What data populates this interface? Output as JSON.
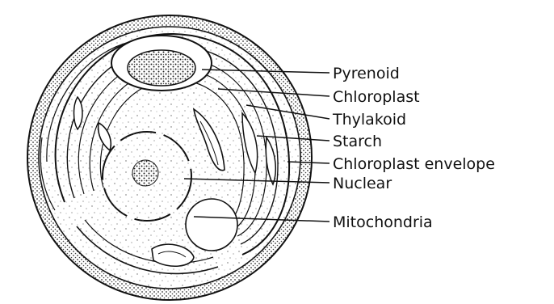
{
  "labels": {
    "pyrenoid": "Pyrenoid",
    "chloroplast": "Chloroplast",
    "thylakoid": "Thylakoid",
    "starch": "Starch",
    "chloroplast_envelope": "Chloroplast envelope",
    "nuclear": "Nuclear",
    "mitochondria": "Mitochondria"
  }
}
